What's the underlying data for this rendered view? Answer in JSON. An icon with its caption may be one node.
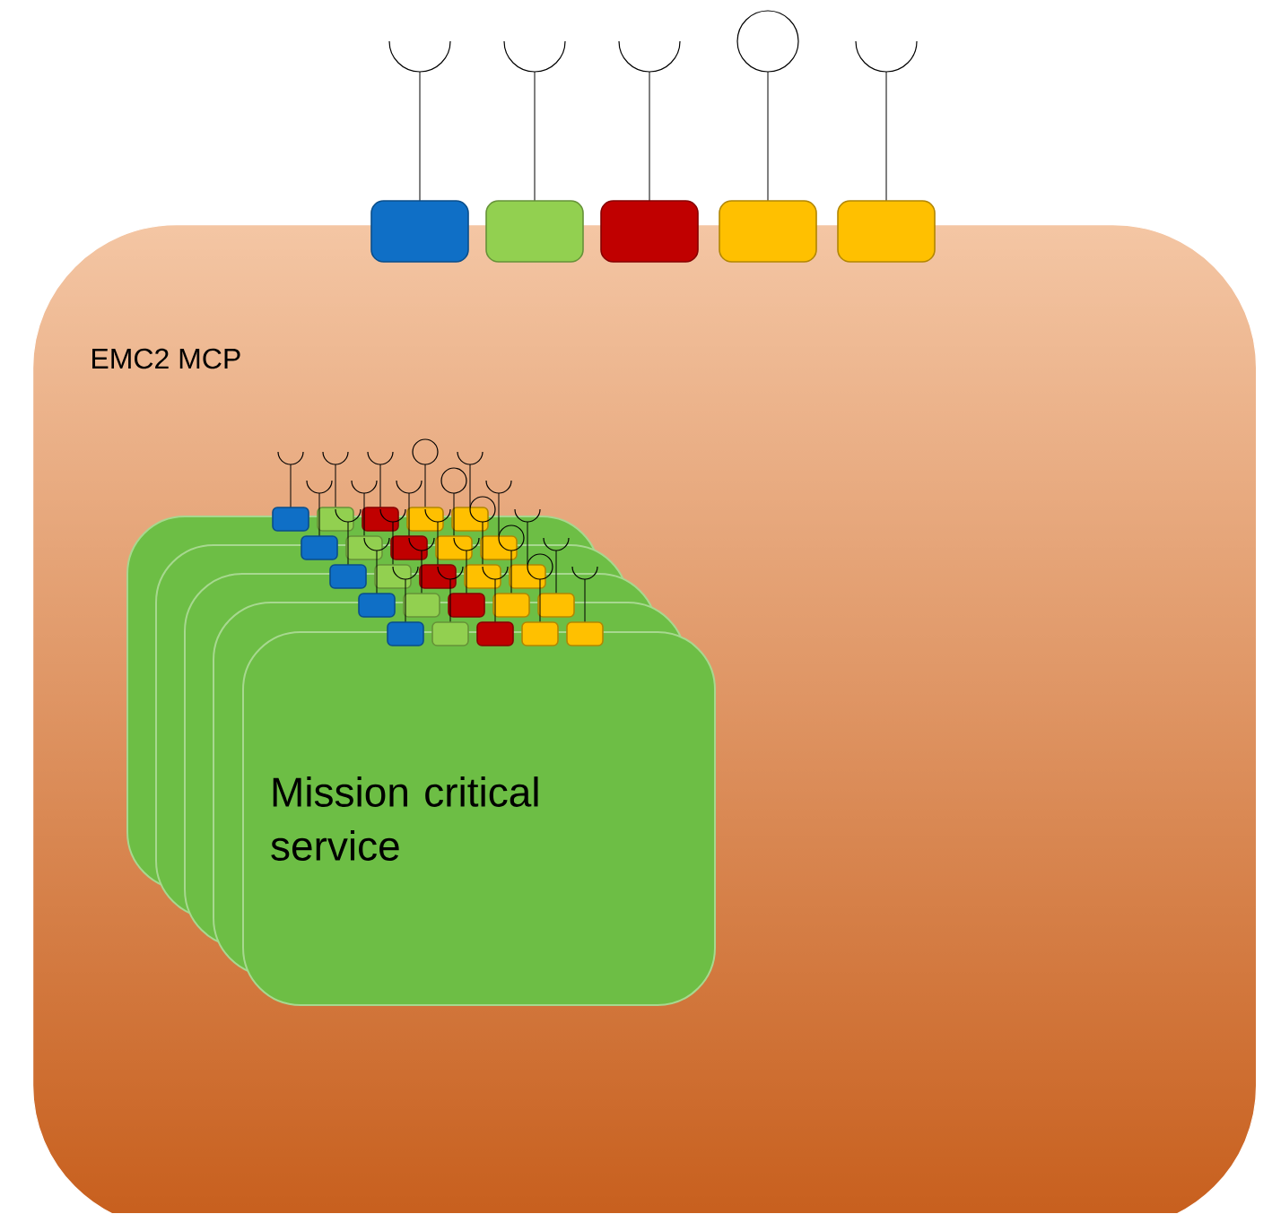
{
  "diagram": {
    "nodes": [
      {
        "text": [
          "EMC2 MCP"
        ]
      },
      {
        "text": [
          "Mission critical service"
        ],
        "in": 0
      }
    ]
  }
}
